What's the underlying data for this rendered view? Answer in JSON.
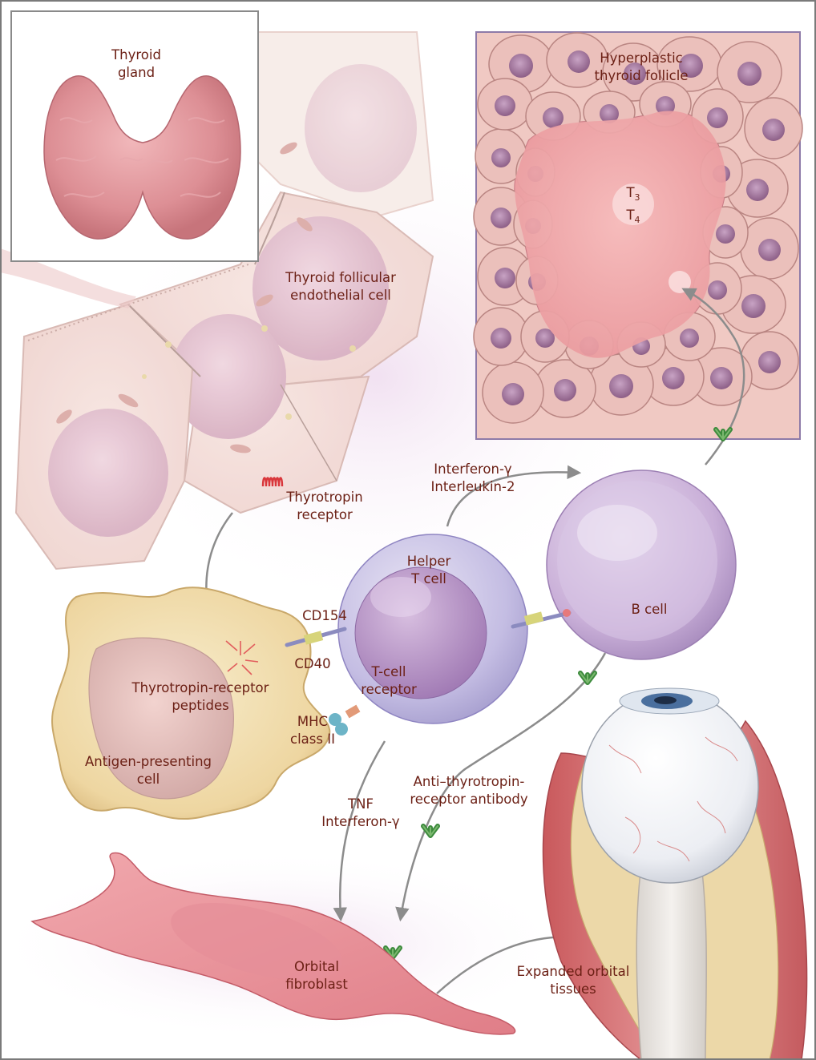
{
  "labels": {
    "thyroid_gland": [
      "Thyroid",
      "gland"
    ],
    "hyperplastic_follicle": [
      "Hyperplastic",
      "thyroid follicle"
    ],
    "t3": {
      "base": "T",
      "sub": "3"
    },
    "t4": {
      "base": "T",
      "sub": "4"
    },
    "follicular_cell": [
      "Thyroid follicular",
      "endothelial cell"
    ],
    "thyrotropin_receptor": [
      "Thyrotropin",
      "receptor"
    ],
    "cytokines_b": [
      "Interferon-γ",
      "Interleukin-2"
    ],
    "helper_t_cell": [
      "Helper",
      "T cell"
    ],
    "b_cell": "B cell",
    "cd154": "CD154",
    "cd40": "CD40",
    "t_cell_receptor": [
      "T-cell",
      "receptor"
    ],
    "trp_peptides": [
      "Thyrotropin-receptor",
      "peptides"
    ],
    "mhc": [
      "MHC",
      "class II"
    ],
    "apc": [
      "Antigen-presenting",
      "cell"
    ],
    "cytokines_f": [
      "TNF",
      "Interferon-γ"
    ],
    "antibody": [
      "Anti–thyrotropin-",
      "receptor antibody"
    ],
    "fibroblast": [
      "Orbital",
      "fibroblast"
    ],
    "expanded": [
      "Expanded orbital",
      "tissues"
    ]
  },
  "colors": {
    "label_text": "#6b1f14",
    "border": "#8a8a8a",
    "follicle_border": "#8e7aa8",
    "antibody": "#3c8a3c",
    "receptor": "#d9363b",
    "arrow": "#8c8c8c"
  }
}
